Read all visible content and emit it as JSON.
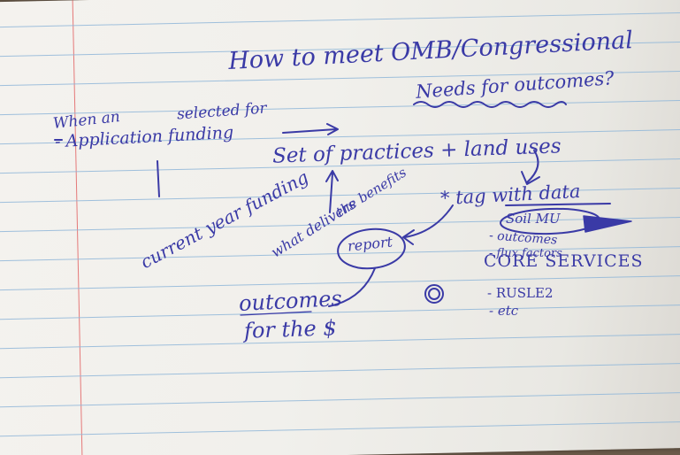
{
  "note": {
    "title_line1": "How to meet OMB/Congressional",
    "title_line2": "Needs for outcomes?",
    "left_col_line1": "When an",
    "left_col_line2": "selected for",
    "left_col_line3": "- Application funding",
    "practices": "Set of practices + land uses",
    "current_funding": "current year funding",
    "what_delivers": "what delivers",
    "the_benefits": "the benefits",
    "tag_with_data": "* tag with data",
    "report": "report",
    "soil_mu": "Soil MU",
    "outcomes_item": "- outcomes",
    "flux_factors": "- flux factors",
    "core_services": "CORE SERVICES",
    "rusle2": "- RUSLE2",
    "etc": "- etc",
    "outcomes_for": "outcomes",
    "for_the": "for the $"
  },
  "colors": {
    "ink": "#3a3aa6",
    "paper": "#f2f1ed",
    "rule_line": "#8fb6d8",
    "margin_line": "#e36b6b"
  }
}
